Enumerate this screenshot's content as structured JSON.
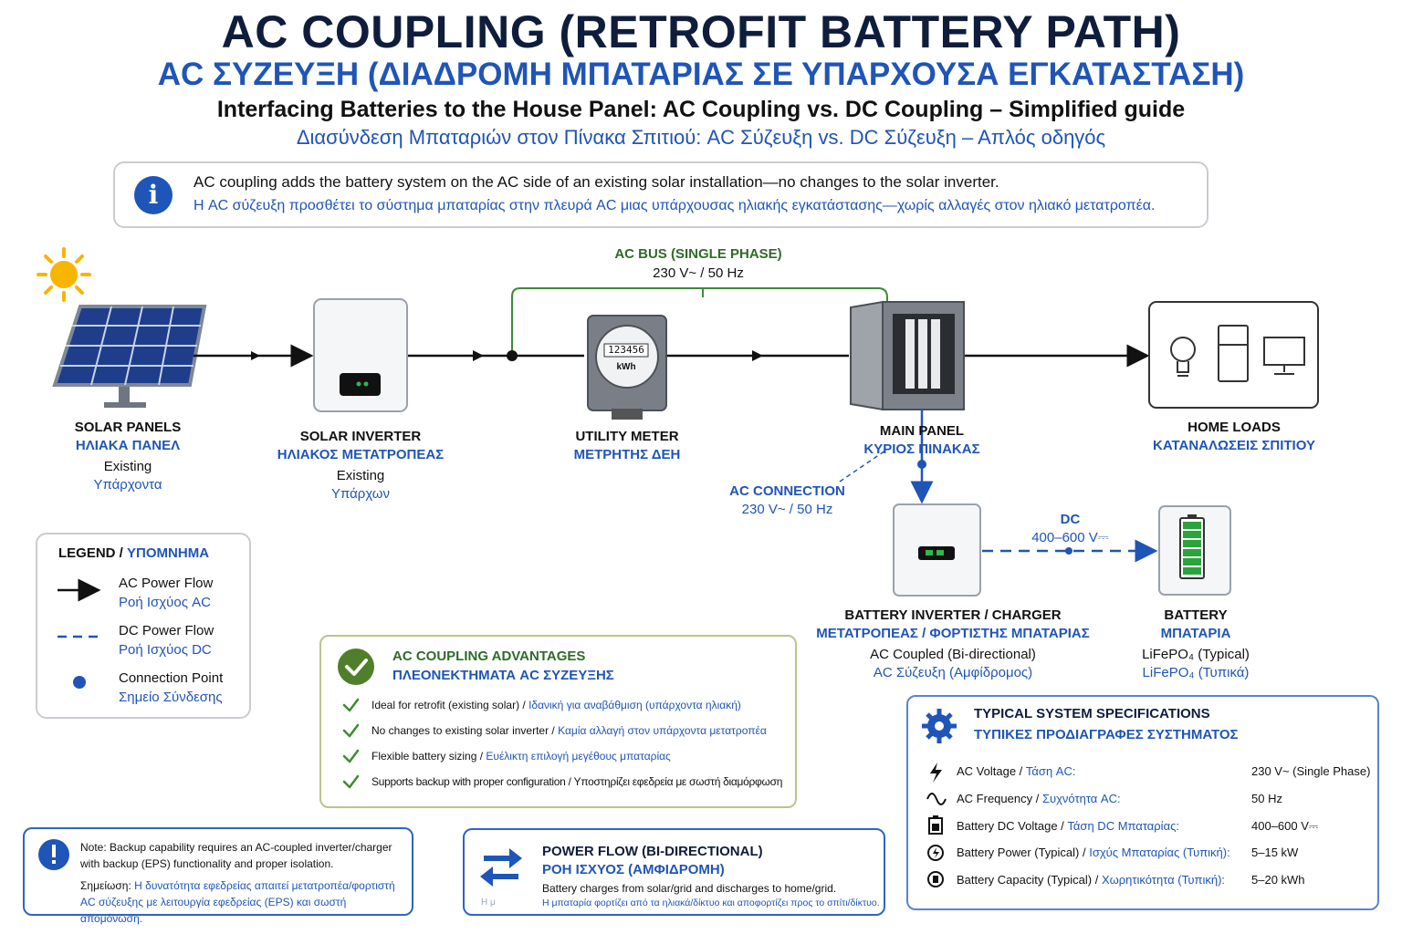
{
  "header": {
    "title": "AC COUPLING (RETROFIT BATTERY PATH)",
    "title_gr": "AC ΣΥΖΕΥΞΗ (ΔΙΑΔΡΟΜΗ ΜΠΑΤΑΡΙΑΣ ΣΕ ΥΠΑΡΧΟΥΣΑ ΕΓΚΑΤΑΣΤΑΣΗ)",
    "subtitle": "Interfacing Batteries to the House Panel: AC Coupling vs. DC Coupling – Simplified guide",
    "subtitle_gr": "Διασύνδεση Μπαταριών στον Πίνακα Σπιτιού: AC Σύζευξη vs. DC Σύζευξη – Απλός οδηγός"
  },
  "info": {
    "icon": "i",
    "text": "AC coupling adds the battery system on the AC side of an existing solar installation—no changes to the solar inverter.",
    "text_gr": "Η AC σύζευξη προσθέτει το σύστημα μπαταρίας στην πλευρά AC μιας υπάρχουσας ηλιακής εγκατάστασης—χωρίς αλλαγές στον ηλιακό μετατροπέα."
  },
  "bus": {
    "label": "AC BUS (SINGLE PHASE)",
    "spec": "230 V~ / 50 Hz"
  },
  "components": {
    "solar_panels": {
      "name": "SOLAR PANELS",
      "name_gr": "ΗΛΙΑΚΑ ΠΑΝΕΛ",
      "status": "Existing",
      "status_gr": "Υπάρχοντα"
    },
    "solar_inverter": {
      "name": "SOLAR INVERTER",
      "name_gr": "ΗΛΙΑΚΟΣ ΜΕΤΑΤΡΟΠΕΑΣ",
      "status": "Existing",
      "status_gr": "Υπάρχων"
    },
    "utility_meter": {
      "name": "UTILITY METER",
      "name_gr": "ΜΕΤΡΗΤΗΣ ΔΕΗ",
      "display": "123456",
      "unit": "kWh"
    },
    "main_panel": {
      "name": "MAIN PANEL",
      "name_gr": "ΚΥΡΙΟΣ ΠΙΝΑΚΑΣ"
    },
    "home_loads": {
      "name": "HOME LOADS",
      "name_gr": "ΚΑΤΑΝΑΛΩΣΕΙΣ ΣΠΙΤΙΟΥ"
    },
    "ac_connection": {
      "label": "AC CONNECTION",
      "spec": "230 V~ / 50 Hz"
    },
    "battery_inverter": {
      "name": "BATTERY INVERTER / CHARGER",
      "name_gr": "ΜΕΤΑΤΡΟΠΕΑΣ / ΦΟΡΤΙΣΤΗΣ ΜΠΑΤΑΡΙΑΣ",
      "desc": "AC Coupled (Bi-directional)",
      "desc_gr": "AC Σύζευξη (Αμφίδρομος)"
    },
    "dc_link": {
      "label": "DC",
      "spec": "400–600 V⎓"
    },
    "battery": {
      "name": "BATTERY",
      "name_gr": "ΜΠΑΤΑΡΙΑ",
      "chem": "LiFePO₄ (Typical)",
      "chem_gr": "LiFePO₄ (Τυπικά)"
    }
  },
  "legend": {
    "title": "LEGEND",
    "title_gr": "ΥΠΟΜΝΗΜΑ",
    "sep": " / ",
    "items": [
      {
        "label": "AC Power Flow",
        "label_gr": "Ροή Ισχύος AC"
      },
      {
        "label": "DC Power Flow",
        "label_gr": "Ροή Ισχύος DC"
      },
      {
        "label": "Connection Point",
        "label_gr": "Σημείο Σύνδεσης"
      }
    ]
  },
  "advantages": {
    "title": "AC COUPLING ADVANTAGES",
    "title_gr": "ΠΛΕΟΝΕΚΤΗΜΑΤΑ AC ΣΥΖΕΥΞΗΣ",
    "items": [
      {
        "en": "Ideal for retrofit (existing solar) / ",
        "gr": "Ιδανική για αναβάθμιση (υπάρχοντα ηλιακή)"
      },
      {
        "en": "No changes to existing solar inverter / ",
        "gr": "Καμία αλλαγή στον υπάρχοντα μετατροπέα"
      },
      {
        "en": "Flexible battery sizing / ",
        "gr": "Ευέλικτη επιλογή μεγέθους μπαταρίας"
      },
      {
        "en": "Supports backup with proper configuration / ",
        "gr": "Υποστηρίζει εφεδρεία με σωστή διαμόρφωση"
      }
    ]
  },
  "specs": {
    "title": "TYPICAL SYSTEM SPECIFICATIONS",
    "title_gr": "ΤΥΠΙΚΕΣ ΠΡΟΔΙΑΓΡΑΦΕΣ ΣΥΣΤΗΜΑΤΟΣ",
    "rows": [
      {
        "icon": "bolt-icon",
        "en": "AC Voltage / ",
        "gr": "Τάση AC:",
        "value": "230 V~ (Single Phase)"
      },
      {
        "icon": "sine-wave-icon",
        "en": "AC Frequency / ",
        "gr": "Συχνότητα AC:",
        "value": "50 Hz"
      },
      {
        "icon": "battery-icon",
        "en": "Battery DC Voltage / ",
        "gr": "Τάση DC Μπαταρίας:",
        "value": "400–600 V⎓"
      },
      {
        "icon": "power-icon",
        "en": "Battery Power (Typical) / ",
        "gr": "Ισχύς Μπαταρίας (Τυπική):",
        "value": "5–15 kW"
      },
      {
        "icon": "capacity-icon",
        "en": "Battery Capacity (Typical) / ",
        "gr": "Χωρητικότητα (Τυπική):",
        "value": "5–20 kWh"
      }
    ]
  },
  "note": {
    "prefix": "Note:",
    "text": " Backup capability requires an AC-coupled inverter/charger with backup (EPS) functionality and proper isolation.",
    "prefix_gr": "Σημείωση:",
    "text_gr": " Η δυνατότητα εφεδρείας απαιτεί μετατροπέα/φορτιστή AC σύζευξης με λειτουργία εφεδρείας (EPS) και σωστή απομόνωση."
  },
  "power_flow": {
    "title": "POWER FLOW (BI-DIRECTIONAL)",
    "title_gr": "ΡΟΗ ΙΣΧΥΟΣ (ΑΜΦΙΔΡΟΜΗ)",
    "text": "Battery charges from solar/grid and discharges to home/grid.",
    "text_gr": "Η μπαταρία φορτίζει από τα ηλιακά/δίκτυο και αποφορτίζει προς το σπίτι/δίκτυο.",
    "stray": "Η μ"
  },
  "colors": {
    "navy": "#0f1d3d",
    "blue": "#1f55b8",
    "green": "#2f6b2a",
    "dc_line": "#1f55b8"
  }
}
